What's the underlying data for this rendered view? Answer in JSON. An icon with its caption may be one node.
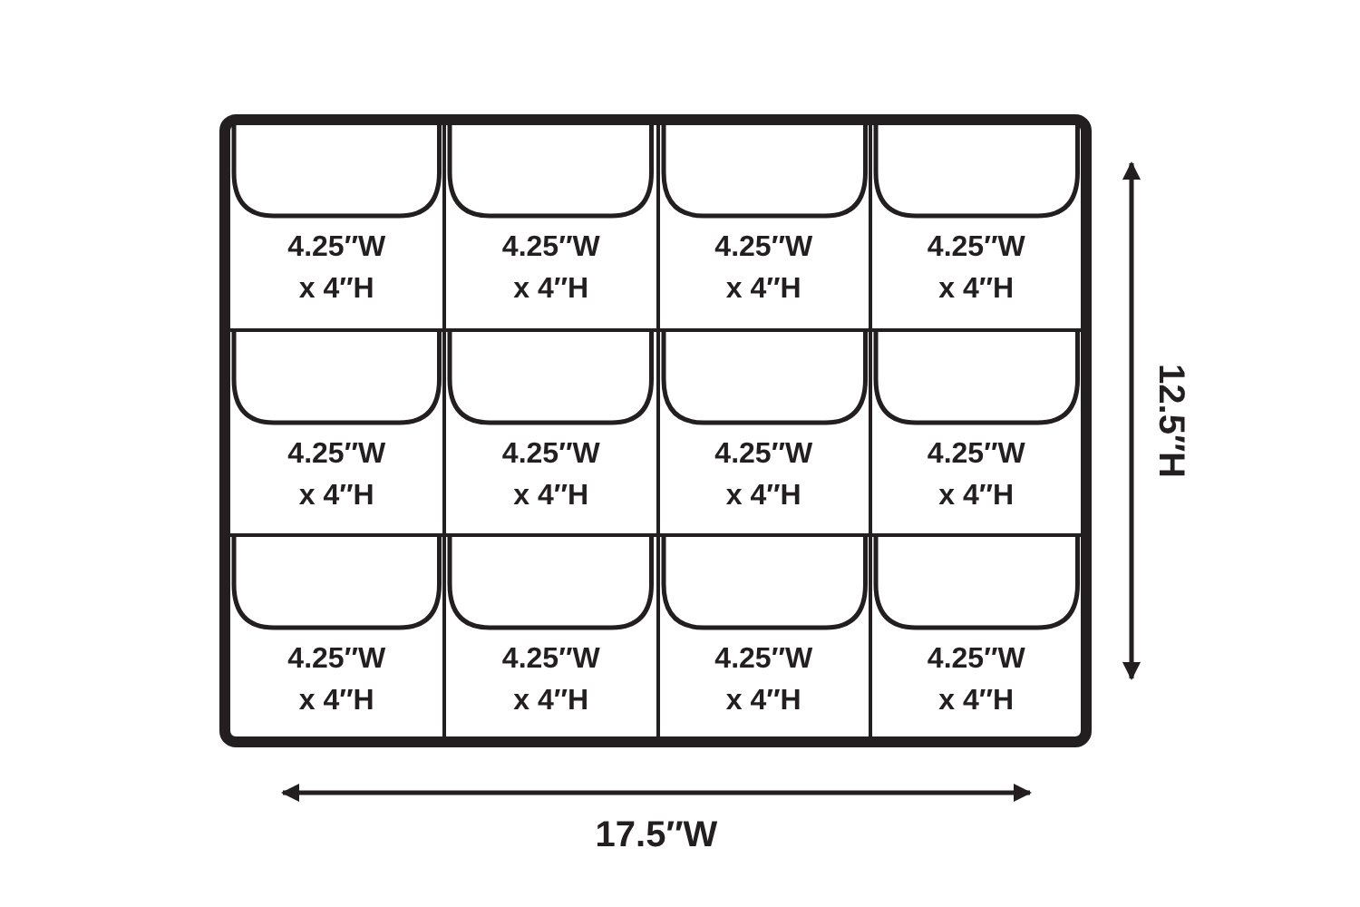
{
  "diagram": {
    "nodes": [
      {
        "text": [],
        "shape": "box"
      },
      {
        "text": [
          "4.25″W x 4″H"
        ],
        "in": 0
      },
      {
        "text": [
          "4.25″W x 4″H"
        ],
        "in": 0
      },
      {
        "text": [
          "4.25″W x 4″H"
        ],
        "in": 0
      },
      {
        "text": [
          "4.25″W x 4″H"
        ],
        "in": 0
      },
      {
        "text": [
          "4.25″W x 4″H"
        ],
        "in": 0
      },
      {
        "text": [
          "4.25″W x 4″H"
        ],
        "in": 0
      },
      {
        "text": [
          "4.25″W x 4″H"
        ],
        "in": 0
      },
      {
        "text": [
          "4.25″W x 4″H"
        ],
        "in": 0
      },
      {
        "text": [
          "4.25″W x 4″H"
        ],
        "in": 0
      },
      {
        "text": [
          "4.25″W x 4″H"
        ],
        "in": 0
      },
      {
        "text": [
          "4.25″W x 4″H"
        ],
        "in": 0
      },
      {
        "text": [
          "4.25″W x 4″H"
        ],
        "in": 0
      }
    ],
    "labels": [
      "12.5″H",
      "17.5″W"
    ]
  }
}
